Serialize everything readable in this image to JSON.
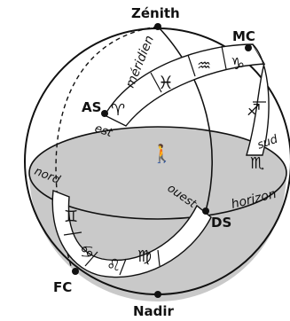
{
  "points": {
    "zenith": "Zénith",
    "nadir": "Nadir",
    "mc": "MC",
    "fc": "FC",
    "as": "AS",
    "ds": "DS"
  },
  "lines": {
    "meridien": "méridien",
    "horizon": "horizon"
  },
  "directions": {
    "est": "est",
    "ouest": "ouest",
    "nord": "nord",
    "sud": "sud"
  },
  "zodiac": [
    {
      "name": "pisces",
      "symbol": "♓"
    },
    {
      "name": "aquarius",
      "symbol": "♒"
    },
    {
      "name": "capricorn",
      "symbol": "♑"
    },
    {
      "name": "sagittarius",
      "symbol": "♐"
    },
    {
      "name": "scorpio",
      "symbol": "♏"
    },
    {
      "name": "gemini",
      "symbol": "♊"
    },
    {
      "name": "cancer",
      "symbol": "♋"
    },
    {
      "name": "leo",
      "symbol": "♌"
    },
    {
      "name": "virgo",
      "symbol": "♍"
    },
    {
      "name": "aries",
      "symbol": "♈"
    },
    {
      "name": "figure",
      "symbol": "🚶"
    }
  ],
  "colors": {
    "horizon_fill": "#c9c9c9",
    "band_fill": "#ffffff",
    "stroke": "#111111"
  }
}
